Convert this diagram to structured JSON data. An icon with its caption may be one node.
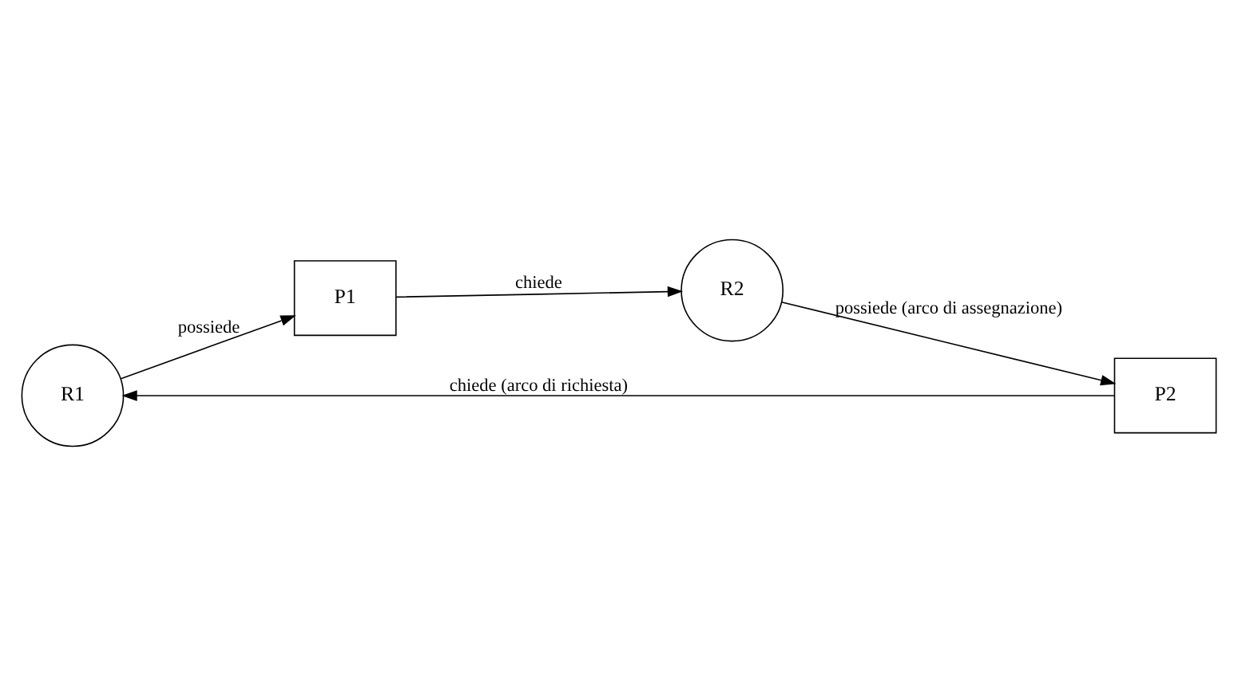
{
  "diagram": {
    "nodes": [
      {
        "text": [
          "R1"
        ]
      },
      {
        "text": [
          "P1"
        ]
      },
      {
        "text": [
          "P2"
        ]
      },
      {
        "text": [
          "R2"
        ]
      }
    ],
    "edges": [
      {
        "from": 0,
        "to": 1,
        "arrow": "to",
        "label": "possiede"
      },
      {
        "from": 1,
        "to": 3,
        "arrow": "to",
        "label": "chiede"
      },
      {
        "from": 3,
        "to": 2,
        "arrow": "to",
        "label": "possiede (arco di assegnazione)"
      },
      {
        "from": 2,
        "to": 0,
        "arrow": "to",
        "label": "chiede (arco di richiesta)"
      }
    ]
  }
}
